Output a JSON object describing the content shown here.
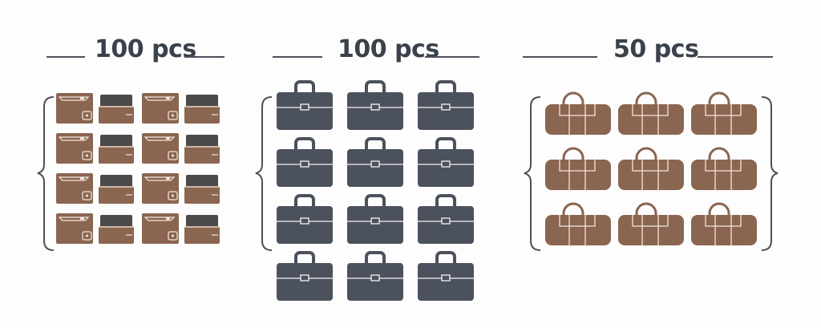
{
  "colors": {
    "brown": "#8a6550",
    "slate": "#4b515d",
    "text": "#3a414b",
    "line": "#4a505a",
    "dark_wallet": "#4a4a4a"
  },
  "groups": [
    {
      "label": "100 pcs",
      "icon": "wallet-icon",
      "rows": 4,
      "cols": 4
    },
    {
      "label": "100 pcs",
      "icon": "briefcase-icon",
      "rows": 4,
      "cols": 3
    },
    {
      "label": "50 pcs",
      "icon": "duffel-bag-icon",
      "rows": 3,
      "cols": 3
    }
  ]
}
